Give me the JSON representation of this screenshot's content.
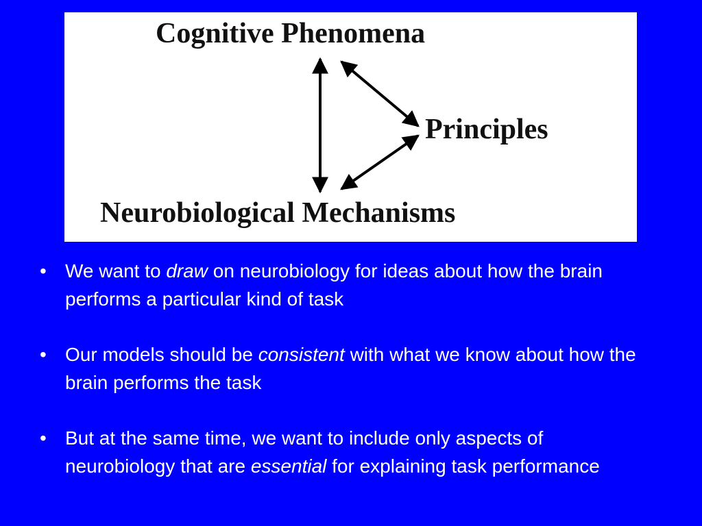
{
  "diagram": {
    "nodes": {
      "top": "Cognitive Phenomena",
      "right": "Principles",
      "bottom": "Neurobiological Mechanisms"
    }
  },
  "bullets": [
    {
      "before": "We want to ",
      "emphasis": "draw",
      "after": " on neurobiology for ideas about how the brain performs a particular kind of task"
    },
    {
      "before": "Our models should be ",
      "emphasis": "consistent",
      "after": " with what we know about how the brain performs the task"
    },
    {
      "before": "But at the same time, we want to include only aspects of neurobiology that are ",
      "emphasis": "essential",
      "after": " for explaining task performance"
    }
  ],
  "bullet_marker": "•",
  "colors": {
    "background": "#0000ff",
    "panel": "#ffffff",
    "text": "#ffffff",
    "diagram_text": "#111111"
  }
}
